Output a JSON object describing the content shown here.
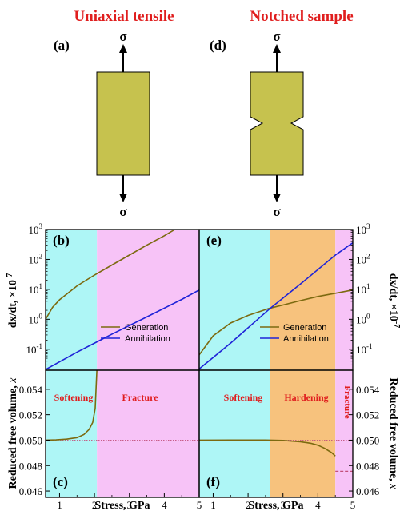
{
  "top": {
    "left_title": "Uniaxial tensile",
    "right_title": "Notched sample",
    "left_panel_label": "(a)",
    "right_panel_label": "(d)",
    "sigma": "σ"
  },
  "colors": {
    "title_red": "#e01e1e",
    "specimen": "#c6c24e",
    "softening": "#aef6f6",
    "hardening": "#f7c27d",
    "fracture": "#f7c3f7",
    "generation": "#7c6a10",
    "annihilation": "#1f23d8",
    "reference": "#c2507a"
  },
  "labels": {
    "b": "(b)",
    "c": "(c)",
    "e": "(e)",
    "f": "(f)",
    "ylabel_top": "dx/dt, ×10",
    "ylabel_top_exp": "-7",
    "ylabel_bottom": "Reduced free volume, ",
    "ylabel_bottom_var": "x",
    "xlabel": "Stress, GPa",
    "generation": "Generation",
    "annihilation": "Annihilation",
    "softening": "Softening",
    "fracture": "Fracture",
    "hardening": "Hardening",
    "fracture_vertical": "Fracture"
  },
  "chart_data": [
    {
      "panel": "(b)",
      "type": "line",
      "xlim": [
        0.6,
        5.0
      ],
      "ylim_log10": [
        -1.7,
        3.0
      ],
      "yscale": "log",
      "ytick_labels": [
        "10^-1",
        "10^0",
        "10^1",
        "10^2",
        "10^3"
      ],
      "regions": [
        {
          "name": "Softening",
          "x": [
            0.6,
            2.07
          ]
        },
        {
          "name": "Fracture",
          "x": [
            2.07,
            5.0
          ]
        }
      ],
      "series": [
        {
          "name": "Generation",
          "x": [
            0.6,
            0.8,
            1.0,
            1.5,
            2.0,
            2.5,
            3.0,
            3.5,
            4.0,
            4.3
          ],
          "y": [
            1.0,
            2.5,
            4.5,
            13,
            30,
            65,
            140,
            300,
            620,
            1000
          ]
        },
        {
          "name": "Annihilation",
          "x": [
            0.6,
            1.5,
            2.5,
            3.5,
            4.5,
            5.0
          ],
          "y": [
            0.021,
            0.08,
            0.32,
            1.2,
            4.6,
            9.5
          ]
        }
      ]
    },
    {
      "panel": "(c)",
      "type": "line",
      "xlim": [
        0.6,
        5.0
      ],
      "ylim": [
        0.0455,
        0.0555
      ],
      "ytick_labels": [
        "0.046",
        "0.048",
        "0.050",
        "0.052",
        "0.054"
      ],
      "xticks": [
        1,
        2,
        3,
        4,
        5
      ],
      "reference_y": 0.05,
      "regions": [
        {
          "name": "Softening",
          "x": [
            0.6,
            2.07
          ]
        },
        {
          "name": "Fracture",
          "x": [
            2.07,
            5.0
          ]
        }
      ],
      "series": [
        {
          "name": "Generation",
          "x": [
            0.6,
            0.9,
            1.2,
            1.5,
            1.7,
            1.85,
            1.95,
            2.02,
            2.07
          ],
          "y": [
            0.05,
            0.05002,
            0.05008,
            0.0502,
            0.05045,
            0.05085,
            0.0514,
            0.0525,
            0.0555
          ]
        }
      ]
    },
    {
      "panel": "(e)",
      "type": "line",
      "xlim": [
        0.6,
        5.0
      ],
      "ylim_log10": [
        -1.7,
        3.0
      ],
      "yscale": "log",
      "ytick_labels": [
        "10^-1",
        "10^0",
        "10^1",
        "10^2",
        "10^3"
      ],
      "regions": [
        {
          "name": "Softening",
          "x": [
            0.6,
            2.63
          ]
        },
        {
          "name": "Hardening",
          "x": [
            2.63,
            4.5
          ]
        },
        {
          "name": "Fracture",
          "x": [
            4.5,
            5.0
          ]
        }
      ],
      "series": [
        {
          "name": "Generation",
          "x": [
            0.6,
            1.0,
            1.5,
            2.0,
            2.6,
            3.0,
            3.5,
            4.0,
            4.5,
            5.0
          ],
          "y": [
            0.065,
            0.28,
            0.75,
            1.35,
            2.3,
            3.0,
            4.2,
            5.8,
            7.4,
            9.5
          ]
        },
        {
          "name": "Annihilation",
          "x": [
            0.6,
            1.5,
            2.63,
            3.5,
            4.5,
            5.0
          ],
          "y": [
            0.022,
            0.16,
            2.3,
            15,
            140,
            360
          ]
        }
      ]
    },
    {
      "panel": "(f)",
      "type": "line",
      "xlim": [
        0.6,
        5.0
      ],
      "ylim": [
        0.0455,
        0.0555
      ],
      "ytick_labels": [
        "0.046",
        "0.048",
        "0.050",
        "0.052",
        "0.054"
      ],
      "xticks": [
        1,
        2,
        3,
        4,
        5
      ],
      "reference_y": 0.05,
      "regions": [
        {
          "name": "Softening",
          "x": [
            0.6,
            2.63
          ]
        },
        {
          "name": "Hardening",
          "x": [
            2.63,
            4.5
          ]
        },
        {
          "name": "Fracture",
          "x": [
            4.5,
            5.0
          ]
        }
      ],
      "series": [
        {
          "name": "Generation",
          "x": [
            0.6,
            1.5,
            2.5,
            3.0,
            3.5,
            3.8,
            4.0,
            4.2,
            4.4,
            4.5
          ],
          "y": [
            0.05,
            0.05001,
            0.05001,
            0.04998,
            0.04988,
            0.04975,
            0.0496,
            0.04935,
            0.049,
            0.04875
          ]
        },
        {
          "name": "Fracture level",
          "x": [
            4.5,
            5.0
          ],
          "y": [
            0.04755,
            0.04755
          ],
          "style": "dashed"
        }
      ]
    }
  ]
}
